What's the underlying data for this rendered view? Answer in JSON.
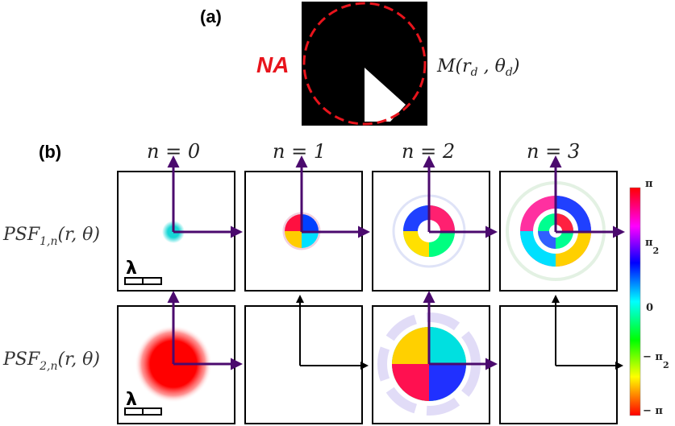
{
  "panel_a": {
    "label": "(a)",
    "na_label": "NA",
    "mask_label": "M(r_d , θ_d)",
    "mask_main": "M(r",
    "mask_sub1": "d",
    "mask_mid": " , θ",
    "mask_sub2": "d",
    "mask_end": ")"
  },
  "panel_b": {
    "label": "(b)",
    "columns": [
      "n = 0",
      "n = 1",
      "n = 2",
      "n = 3"
    ],
    "rows": [
      {
        "main": "PSF",
        "sub": "1,n",
        "arg": "(r, θ)"
      },
      {
        "main": "PSF",
        "sub": "2,n",
        "arg": "(r, θ)"
      }
    ],
    "scale_bar_label": "λ"
  },
  "colorbar": {
    "ticks": [
      "π",
      "π/2",
      "0",
      "− π/2",
      "− π"
    ],
    "top_label": "π",
    "upper_num": "π",
    "upper_den": "2",
    "mid_label": "0",
    "lower_num": "− π",
    "lower_den": "2",
    "bottom_label": "− π"
  },
  "colors": {
    "na_red": "#e8141c",
    "axis_purple": "#4b0a6e",
    "axis_black": "#000000"
  }
}
